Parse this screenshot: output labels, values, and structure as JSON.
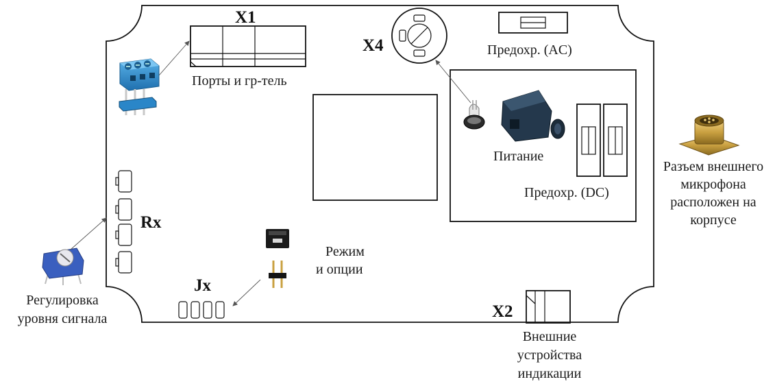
{
  "labels": {
    "x1": "X1",
    "x4": "X4",
    "x2": "X2",
    "rx": "Rx",
    "jx": "Jx",
    "ports": "Порты и гр-тель",
    "fuse_ac": "Предохр. (AC)",
    "fuse_dc": "Предохр. (DC)",
    "power": "Питание",
    "mode": [
      "Режим",
      "и опции"
    ],
    "level": [
      "Регулировка",
      "уровня сигнала"
    ],
    "indication": [
      "Внешние",
      "устройства",
      "индикации"
    ],
    "microphone": [
      "Разъем внешнего",
      "микрофона",
      "расположен на",
      "корпусе"
    ]
  },
  "icons": {
    "terminal_block": "blue-terminal-block-icon",
    "pin_header_3": "pin-header-3-icon",
    "potentiometer": "trimmer-potentiometer-icon",
    "jumper": "jumper-icon",
    "pin_header_2": "pin-header-2-icon",
    "lamp": "lamp-socket-icon",
    "power_plug": "power-plug-icon",
    "mic_connector": "round-connector-icon"
  },
  "colors": {
    "line": "#111111",
    "terminal_blue": "#2f8fd0",
    "pot_blue": "#3a5fbf",
    "brass": "#c9a040"
  }
}
